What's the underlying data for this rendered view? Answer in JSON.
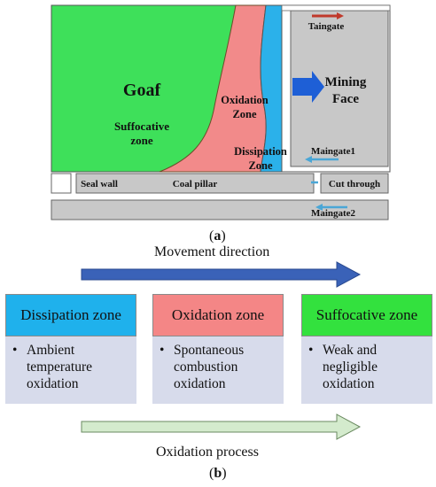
{
  "panel_a": {
    "caption": "(a)",
    "labels": {
      "goaf": "Goaf",
      "suffocative_zone": [
        "Suffocative",
        "zone"
      ],
      "oxidation_zone": [
        "Oxidation",
        "Zone"
      ],
      "dissipation_zone": [
        "Dissipation",
        "Zone"
      ],
      "taingate": "Taingate",
      "mining_face": [
        "Mining",
        "Face"
      ],
      "maingate1": "Maingate1",
      "seal_wall": "Seal wall",
      "coal_pillar": "Coal pillar",
      "cut_through": "Cut through",
      "maingate2": "Maingate2"
    },
    "colors": {
      "goaf": "#3ee05a",
      "oxidation": "#f28a8a",
      "dissipation": "#2bb1ea",
      "face": "#c8c8c8",
      "airflow": "#c0392b",
      "airflow_in": "#4aa6d6",
      "face_arrow": "#1e5fd6"
    }
  },
  "panel_b": {
    "caption": "(b)",
    "movement_direction": "Movement direction",
    "oxidation_process": "Oxidation process",
    "zones": [
      {
        "title": "Dissipation zone",
        "color": "#1fb1ec",
        "desc": [
          "Ambient",
          "temperature",
          "oxidation"
        ]
      },
      {
        "title": "Oxidation zone",
        "color": "#f48686",
        "desc": [
          "Spontaneous",
          "combustion",
          "oxidation"
        ]
      },
      {
        "title": "Suffocative zone",
        "color": "#33e13e",
        "desc": [
          "Weak and",
          "negligible",
          "oxidation"
        ]
      }
    ],
    "bullet": "•"
  }
}
